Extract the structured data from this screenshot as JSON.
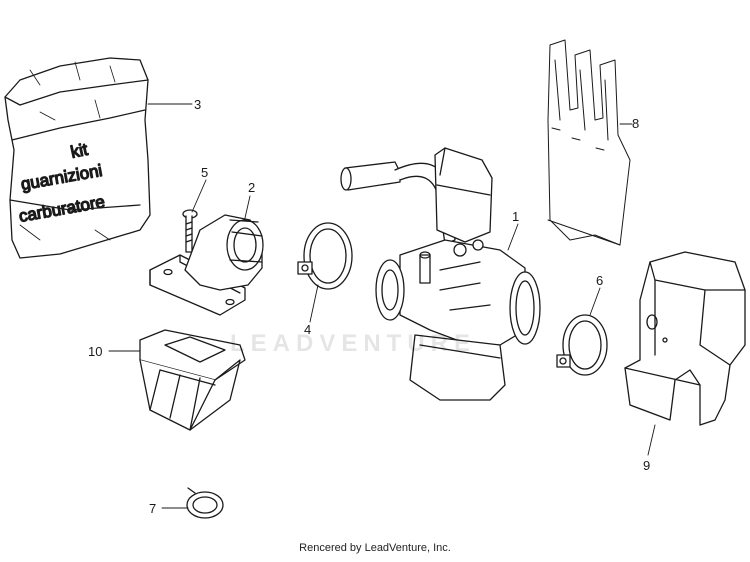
{
  "callouts": [
    {
      "label": "1",
      "part": "carburetor"
    },
    {
      "label": "2",
      "part": "intake-manifold"
    },
    {
      "label": "3",
      "part": "gasket-kit-bag"
    },
    {
      "label": "4",
      "part": "hose-clamp-left"
    },
    {
      "label": "5",
      "part": "screw"
    },
    {
      "label": "6",
      "part": "hose-clamp-right"
    },
    {
      "label": "7",
      "part": "small-clamp"
    },
    {
      "label": "8",
      "part": "reed-gasket-plate"
    },
    {
      "label": "9",
      "part": "carburetor-cover"
    },
    {
      "label": "10",
      "part": "reed-valve"
    }
  ],
  "kit_bag": {
    "line1": "kit",
    "line2": "guarnizioni",
    "line3": "carburatore"
  },
  "watermark": "LEADVENTURE",
  "footer": "Rencered by LeadVenture, Inc.",
  "colors": {
    "line": "#1a1a1a",
    "fill": "#ffffff",
    "watermark": "#e6e6e6"
  }
}
